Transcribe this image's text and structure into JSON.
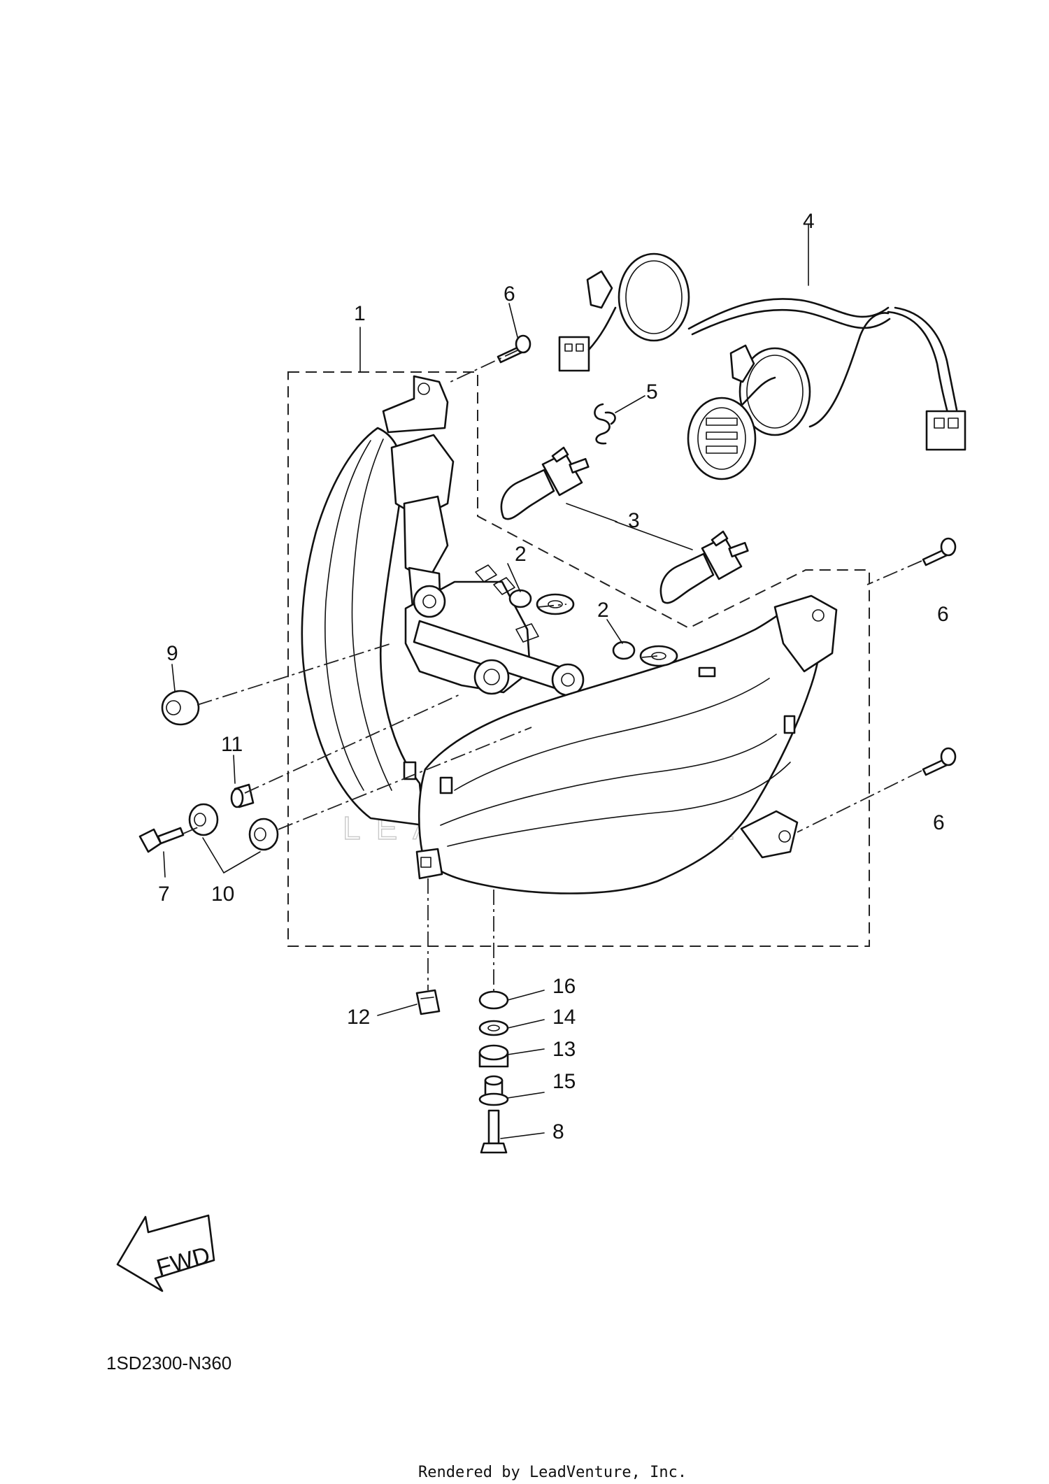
{
  "diagram": {
    "callouts": [
      "1",
      "2",
      "2",
      "3",
      "4",
      "5",
      "6",
      "6",
      "6",
      "7",
      "8",
      "9",
      "10",
      "11",
      "12",
      "13",
      "14",
      "15",
      "16"
    ],
    "direction_label": "FWD",
    "reference_code": "1SD2300-N360",
    "watermark": "LEADVENTURE",
    "footer": "Rendered by LeadVenture, Inc."
  }
}
